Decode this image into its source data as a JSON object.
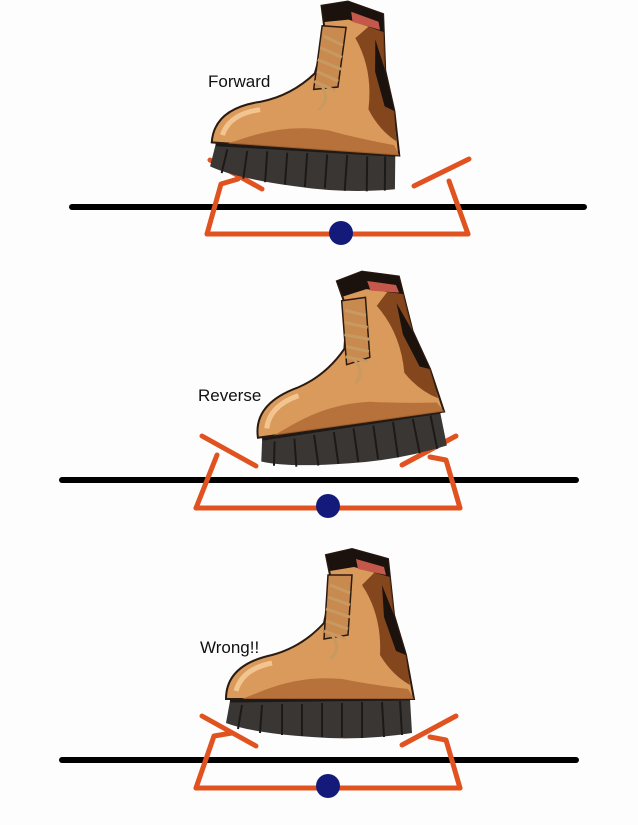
{
  "panels": [
    {
      "id": "forward",
      "label": "Forward"
    },
    {
      "id": "reverse",
      "label": "Reverse"
    },
    {
      "id": "wrong",
      "label": "Wrong!!"
    }
  ],
  "colors": {
    "rail": "#000000",
    "pedal": "#e0521f",
    "pivot": "#141a7a",
    "boot_leather": "#d99a5c",
    "boot_shadow": "#8a4a1f",
    "boot_dark": "#1c120d",
    "boot_collar": "#c4584a",
    "boot_sole": "#3a3633",
    "laces": "#c79a62"
  },
  "icons": {
    "boot": "work-boot-icon",
    "pivot": "pivot-dot-icon"
  }
}
